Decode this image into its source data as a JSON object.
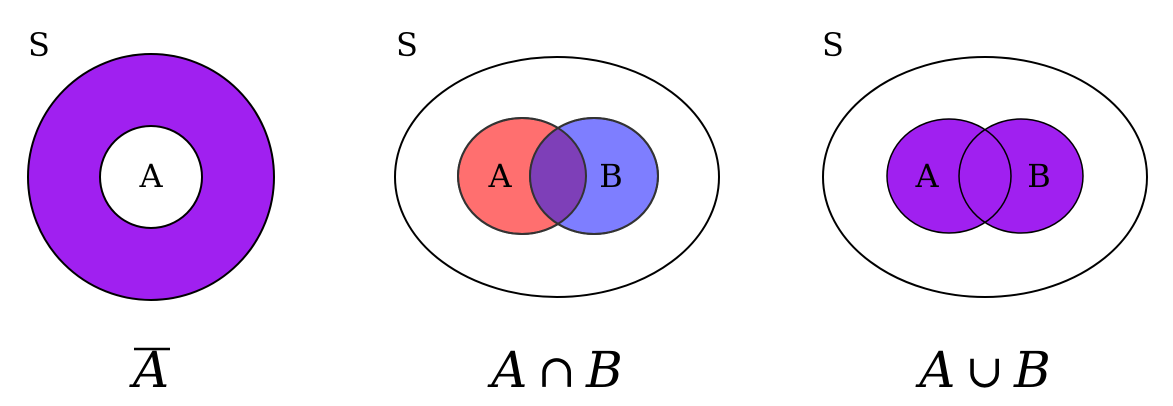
{
  "colors": {
    "purple": "#A020F0",
    "red": "#FF0000",
    "blue": "#0000FF",
    "outline": "#000000",
    "background": "#FFFFFF"
  },
  "panels": [
    {
      "id": "complement",
      "space_label": "S",
      "set_labels": [
        "A"
      ],
      "caption": {
        "left": "A",
        "op": "",
        "right": ""
      }
    },
    {
      "id": "intersection",
      "space_label": "S",
      "set_labels": [
        "A",
        "B"
      ],
      "caption": {
        "left": "A",
        "op": "∩",
        "right": "B"
      }
    },
    {
      "id": "union",
      "space_label": "S",
      "set_labels": [
        "A",
        "B"
      ],
      "caption": {
        "left": "A",
        "op": "∪",
        "right": "B"
      }
    }
  ]
}
